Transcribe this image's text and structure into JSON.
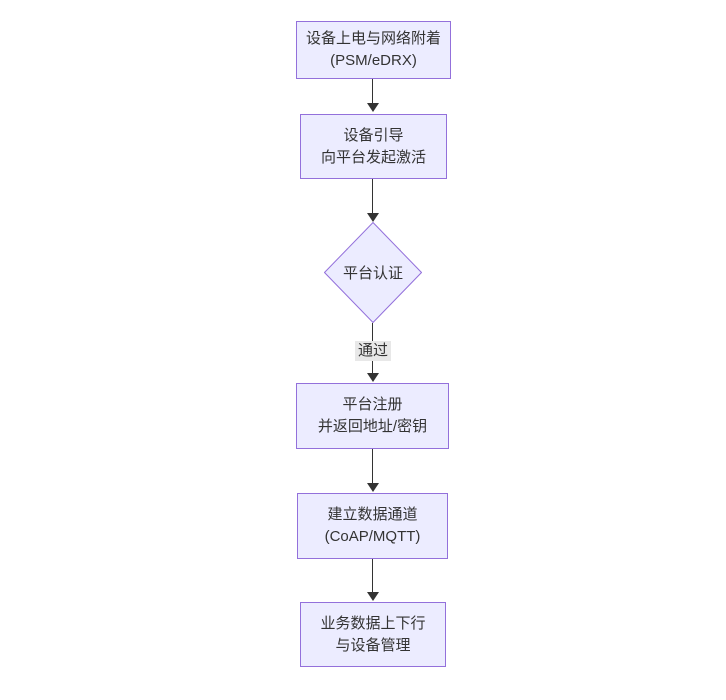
{
  "flowchart": {
    "nodes": {
      "power_attach": {
        "line1": "设备上电与网络附着",
        "line2": "(PSM/eDRX)"
      },
      "bootstrap": {
        "line1": "设备引导",
        "line2": "向平台发起激活"
      },
      "auth": {
        "label": "平台认证"
      },
      "register": {
        "line1": "平台注册",
        "line2": "并返回地址/密钥"
      },
      "channel": {
        "line1": "建立数据通道",
        "line2": "(CoAP/MQTT)"
      },
      "business": {
        "line1": "业务数据上下行",
        "line2": "与设备管理"
      }
    },
    "edges": {
      "auth_pass_label": "通过"
    },
    "colors": {
      "node_fill": "#ECECFF",
      "node_border": "#9370DB",
      "text": "#333333",
      "edge": "#333333",
      "edge_label_bg": "#E8E8E8",
      "background": "#FFFFFF"
    }
  }
}
